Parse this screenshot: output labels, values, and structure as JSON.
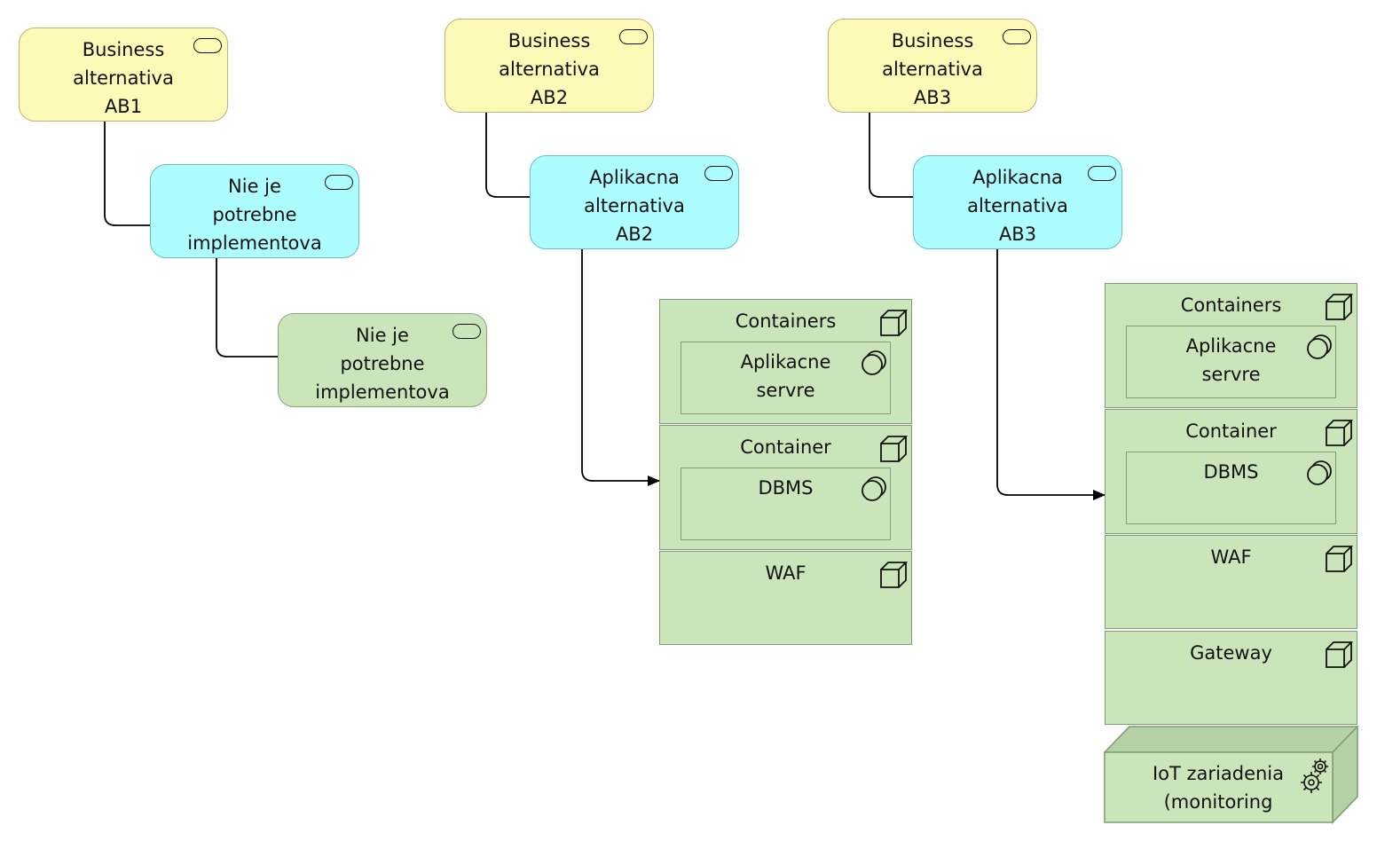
{
  "business": {
    "ab1": [
      "Business",
      "alternativa",
      "AB1"
    ],
    "ab2": [
      "Business",
      "alternativa",
      "AB2"
    ],
    "ab3": [
      "Business",
      "alternativa",
      "AB3"
    ]
  },
  "application": {
    "ab1": [
      "Nie je",
      "potrebne",
      "implementova"
    ],
    "ab2": [
      "Aplikacna",
      "alternativa",
      "AB2"
    ],
    "ab3": [
      "Aplikacna",
      "alternativa",
      "AB3"
    ]
  },
  "technology_ab1": [
    "Nie je",
    "potrebne",
    "implementova"
  ],
  "stack_ab2": {
    "containers_label": "Containers",
    "app_servers": [
      "Aplikacne",
      "servre"
    ],
    "container_label": "Container",
    "dbms_label": "DBMS",
    "waf_label": "WAF"
  },
  "stack_ab3": {
    "containers_label": "Containers",
    "app_servers": [
      "Aplikacne",
      "servre"
    ],
    "container_label": "Container",
    "dbms_label": "DBMS",
    "waf_label": "WAF",
    "gateway_label": "Gateway",
    "iot_device": [
      "IoT zariadenia",
      "(monitoring"
    ]
  },
  "colors": {
    "business": "#fdfab8",
    "application": "#adfdff",
    "technology": "#cbe5ba"
  },
  "icons": {
    "service": "service-icon",
    "node": "node-cube-icon",
    "component": "system-software-icon",
    "device": "gears-icon"
  }
}
